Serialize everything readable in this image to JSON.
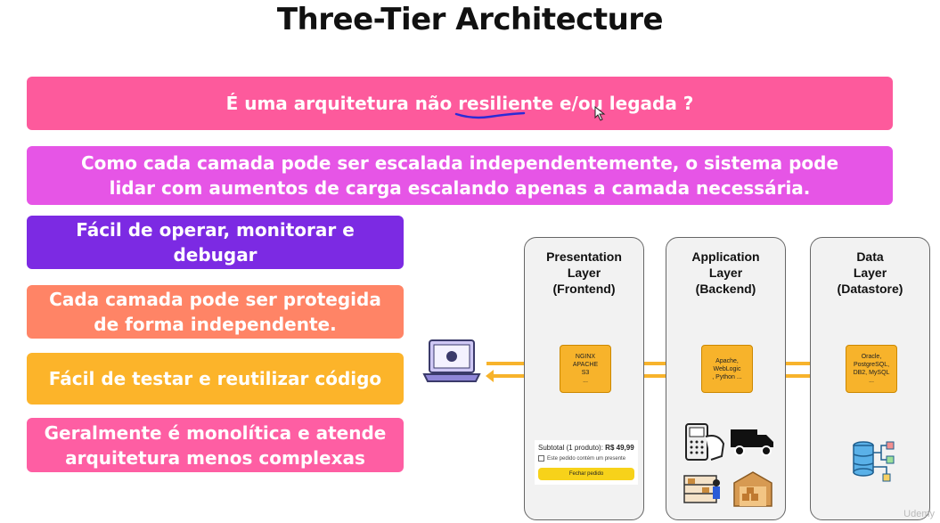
{
  "title": "Three-Tier Architecture",
  "question": "É uma arquitetura não resiliente e/ou legada ?",
  "scalability": "Como cada camada pode ser escalada independentemente, o sistema pode lidar com aumentos de carga escalando apenas a camada necessária.",
  "benefits": [
    "Fácil de operar, monitorar e debugar",
    "Cada camada pode ser protegida de forma independente.",
    "Fácil de testar e reutilizar código",
    "Geralmente é monolítica e atende arquitetura menos complexas"
  ],
  "tiers": [
    {
      "title": "Presentation\nLayer\n(Frontend)",
      "tech": "NGINX\nAPACHE\nS3\n..."
    },
    {
      "title": "Application\nLayer\n(Backend)",
      "tech": "Apache,\nWebLogic\n, Python ..."
    },
    {
      "title": "Data\nLayer\n(Datastore)",
      "tech": "Oracle,\nPostgreSQL,\nDB2, MySQL\n..."
    }
  ],
  "checkout": {
    "subtotal_label": "Subtotal (1 produto):",
    "subtotal_value": "R$ 49,99",
    "gift_text": "Este pedido contém um presente",
    "button": "Fechar pedido"
  },
  "watermark": "Udemy",
  "colors": {
    "question_banner": "#fd5a9c",
    "scalability_banner": "#e655e6",
    "benefit_1": "#7c2ae3",
    "benefit_2": "#ff8466",
    "benefit_3": "#fcb42a",
    "benefit_4": "#fe5ea3",
    "arrow": "#f7b32b",
    "tech_box": "#f7b32b"
  },
  "icons": [
    "laptop-icon",
    "payment-terminal-icon",
    "delivery-truck-icon",
    "warehouse-worker-icon",
    "warehouse-boxes-icon",
    "database-icon",
    "mouse-cursor-icon"
  ]
}
